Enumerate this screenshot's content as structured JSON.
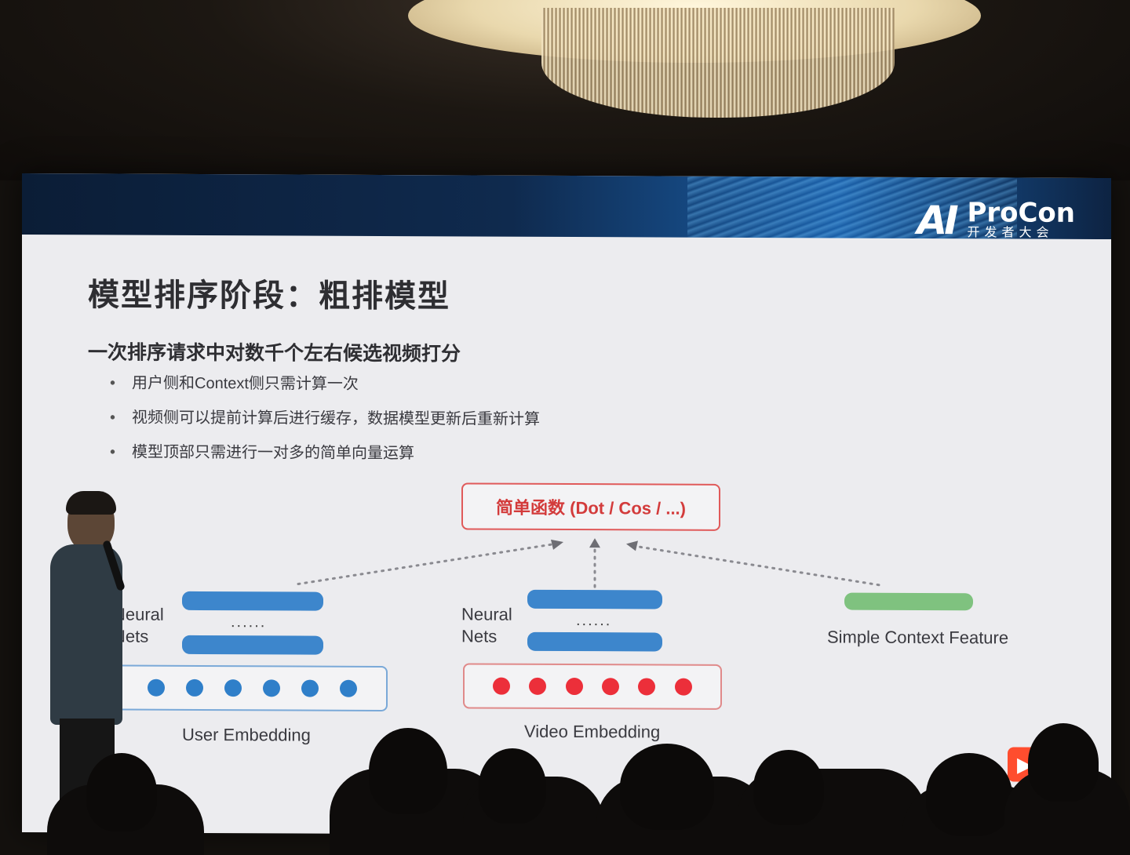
{
  "logo": {
    "mark": "AI",
    "name": "ProCon",
    "subtitle": "开发者大会"
  },
  "slide": {
    "title": "模型排序阶段：粗排模型",
    "subtitle": "一次排序请求中对数千个左右候选视频打分",
    "bullets": [
      "用户侧和Context侧只需计算一次",
      "视频侧可以提前计算后进行缓存，数据模型更新后重新计算",
      "模型顶部只需进行一对多的简单向量运算"
    ]
  },
  "diagram": {
    "function_box": "简单函数 (Dot / Cos / ...)",
    "user": {
      "nn_label_line1": "Neural",
      "nn_label_line2": "Nets",
      "ellipsis": "......",
      "caption": "User Embedding",
      "dot_count": 6,
      "dot_color": "#2f7fc9"
    },
    "video": {
      "nn_label_line1": "Neural",
      "nn_label_line2": "Nets",
      "ellipsis": "......",
      "caption": "Video Embedding",
      "dot_count": 6,
      "dot_color": "#ec2f3a"
    },
    "context": {
      "caption": "Simple Context Feature",
      "bar_color": "#7fc27f"
    }
  },
  "colors": {
    "slide_bg": "#ececef",
    "banner": "#0f2a4e",
    "accent_red": "#d33b3b",
    "bar_blue": "#3d86cc"
  },
  "icons": {
    "brand_icon": "kuaishou-icon"
  }
}
